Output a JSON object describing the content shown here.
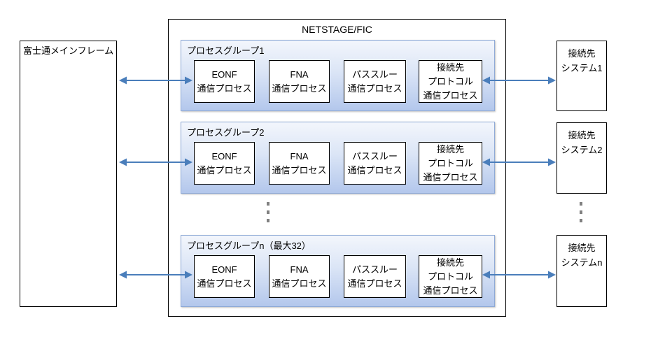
{
  "mainframe": {
    "label": "富士通メインフレーム"
  },
  "netstage": {
    "title": "NETSTAGE/FIC"
  },
  "groups": [
    {
      "label": "プロセスグループ1",
      "processes": [
        {
          "lines": [
            "EONF",
            "通信プロセス"
          ]
        },
        {
          "lines": [
            "FNA",
            "通信プロセス"
          ]
        },
        {
          "lines": [
            "パススルー",
            "通信プロセス"
          ]
        },
        {
          "lines": [
            "接続先",
            "プロトコル",
            "通信プロセス"
          ]
        }
      ]
    },
    {
      "label": "プロセスグループ2",
      "processes": [
        {
          "lines": [
            "EONF",
            "通信プロセス"
          ]
        },
        {
          "lines": [
            "FNA",
            "通信プロセス"
          ]
        },
        {
          "lines": [
            "パススルー",
            "通信プロセス"
          ]
        },
        {
          "lines": [
            "接続先",
            "プロトコル",
            "通信プロセス"
          ]
        }
      ]
    },
    {
      "label": "プロセスグループn（最大32）",
      "processes": [
        {
          "lines": [
            "EONF",
            "通信プロセス"
          ]
        },
        {
          "lines": [
            "FNA",
            "通信プロセス"
          ]
        },
        {
          "lines": [
            "パススルー",
            "通信プロセス"
          ]
        },
        {
          "lines": [
            "接続先",
            "プロトコル",
            "通信プロセス"
          ]
        }
      ]
    }
  ],
  "systems": [
    {
      "lines": [
        "接続先",
        "システム1"
      ]
    },
    {
      "lines": [
        "接続先",
        "システム2"
      ]
    },
    {
      "lines": [
        "接続先",
        "システムn"
      ]
    }
  ],
  "colors": {
    "arrow": "#4a7ebb",
    "group_fill_top": "#f3f6fc",
    "group_fill_bottom": "#b3c7ec",
    "group_border": "#8ea9d6",
    "ellipsis": "#808080",
    "box_border": "#000000"
  }
}
